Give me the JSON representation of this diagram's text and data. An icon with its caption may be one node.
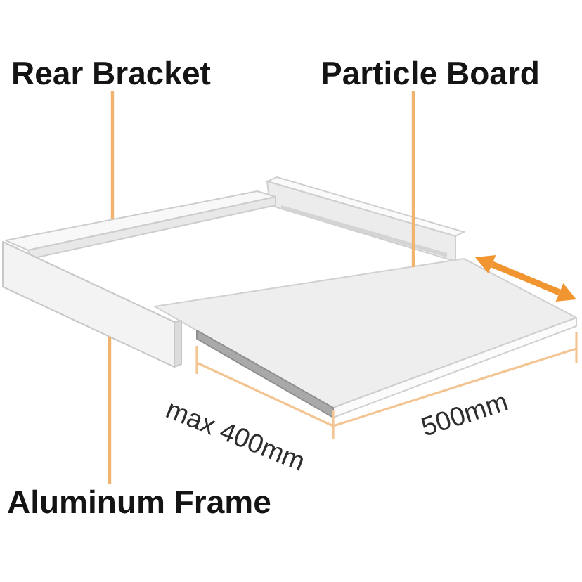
{
  "diagram": {
    "nodes": [
      {
        "text": [
          "Rear Bracket"
        ]
      },
      {
        "text": [
          "Particle Board"
        ]
      },
      {
        "text": [
          "Aluminum Frame"
        ]
      },
      {
        "text": [],
        "shape": "picture"
      },
      {
        "text": [],
        "shape": "picture"
      },
      {
        "text": [],
        "shape": "picture"
      }
    ],
    "edges": [
      {
        "from": 0,
        "to": 3,
        "arrow": "none"
      },
      {
        "from": 1,
        "to": 4,
        "arrow": "none"
      },
      {
        "from": 2,
        "to": 5,
        "arrow": "none"
      }
    ],
    "labels": [
      "max 400mm",
      "500mm"
    ]
  }
}
